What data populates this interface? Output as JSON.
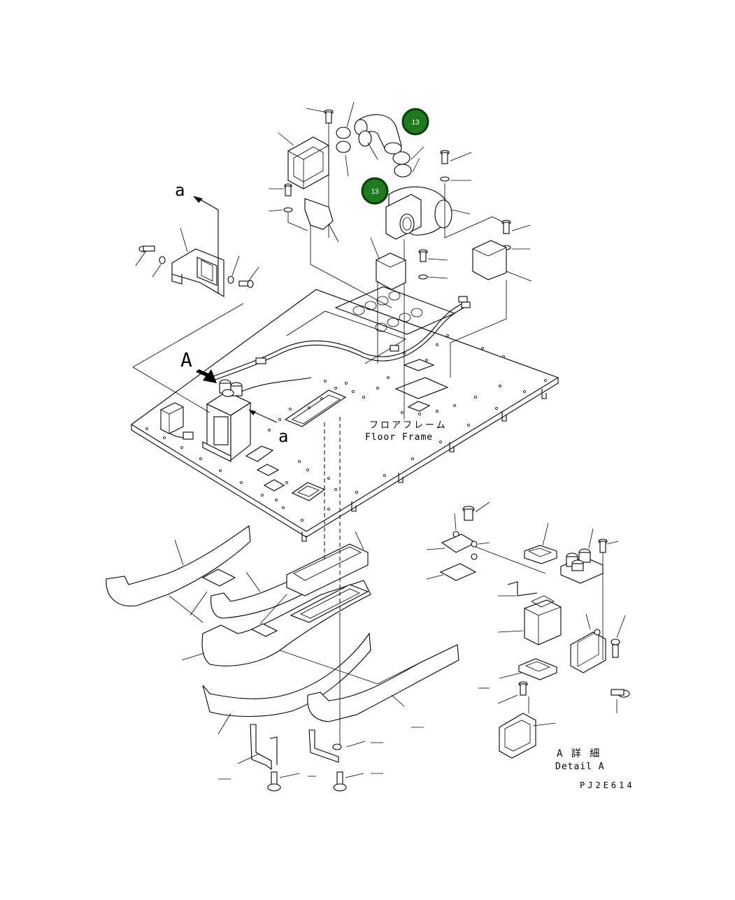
{
  "drawing": {
    "floor_frame_label_jp": "フロアフレーム",
    "floor_frame_label_en": "Floor Frame",
    "view_letter_a_small": "a",
    "view_letter_a_small_2": "a",
    "view_letter_A": "A",
    "detail_label_jp": "A 詳 細",
    "detail_label_en": "Detail A",
    "drawing_code": "PJ2E614"
  },
  "callouts": [
    {
      "number": "13"
    },
    {
      "number": "13"
    }
  ],
  "colors": {
    "callout_fill": "#1f7a1f",
    "line": "#000000",
    "background": "#ffffff"
  }
}
